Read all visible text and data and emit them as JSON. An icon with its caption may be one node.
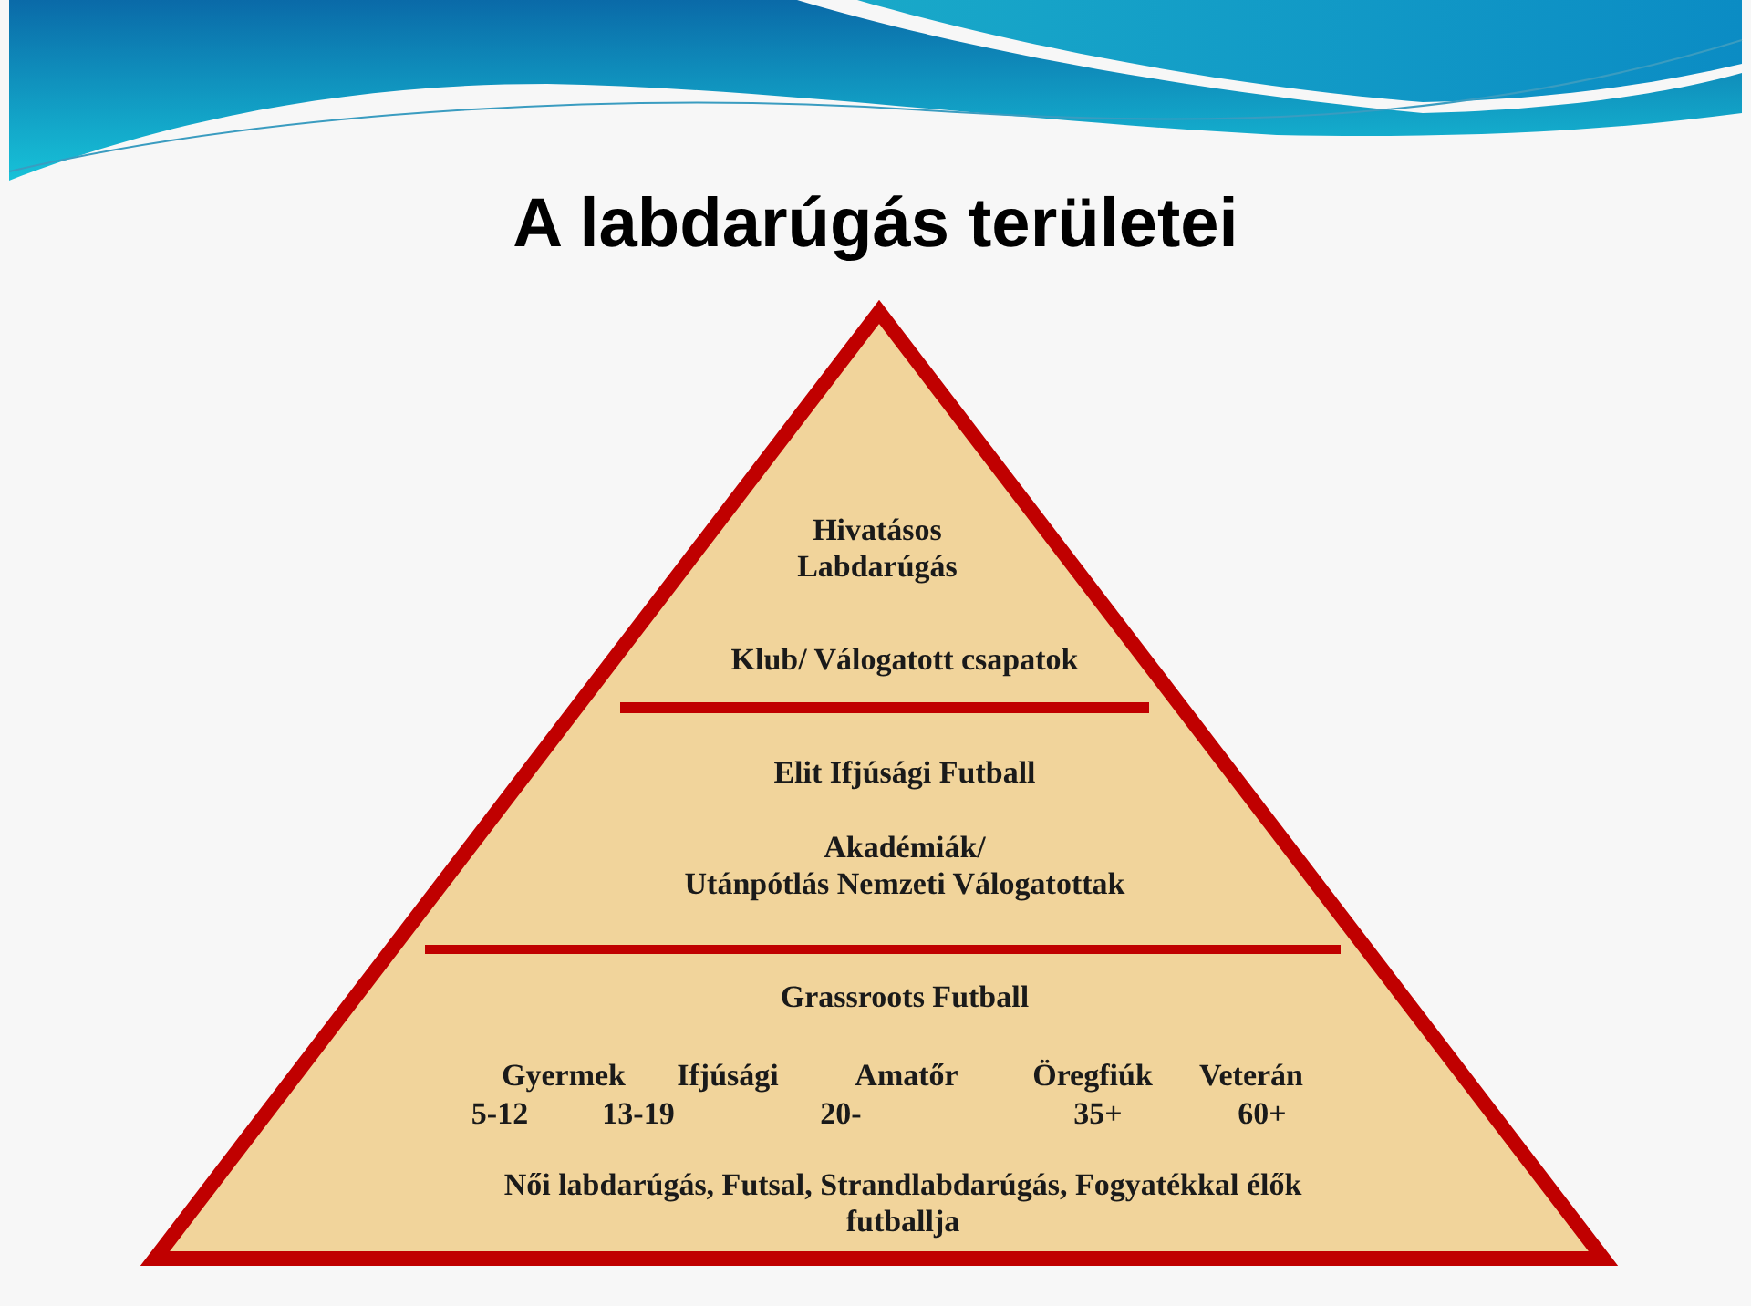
{
  "diagram": {
    "title": "A labdarúgás területei",
    "nodes": [
      {
        "text": [
          "Hivatásos Labdarúgás",
          "Klub/ Válogatott csapatok",
          "Elit Ifjúsági Futball",
          "Akadémiák/ Utánpótlás Nemzeti Válogatottak",
          "Grassroots Futball",
          "Gyermek",
          "Ifjúsági",
          "Amatőr",
          "Öregfiúk",
          "Veterán",
          "5-12",
          "13-19",
          "20-",
          "35+",
          "60+",
          "Női labdarúgás, Futsal, Strandlabdarúgás, Fogyatékkal élők futballja"
        ]
      }
    ]
  }
}
